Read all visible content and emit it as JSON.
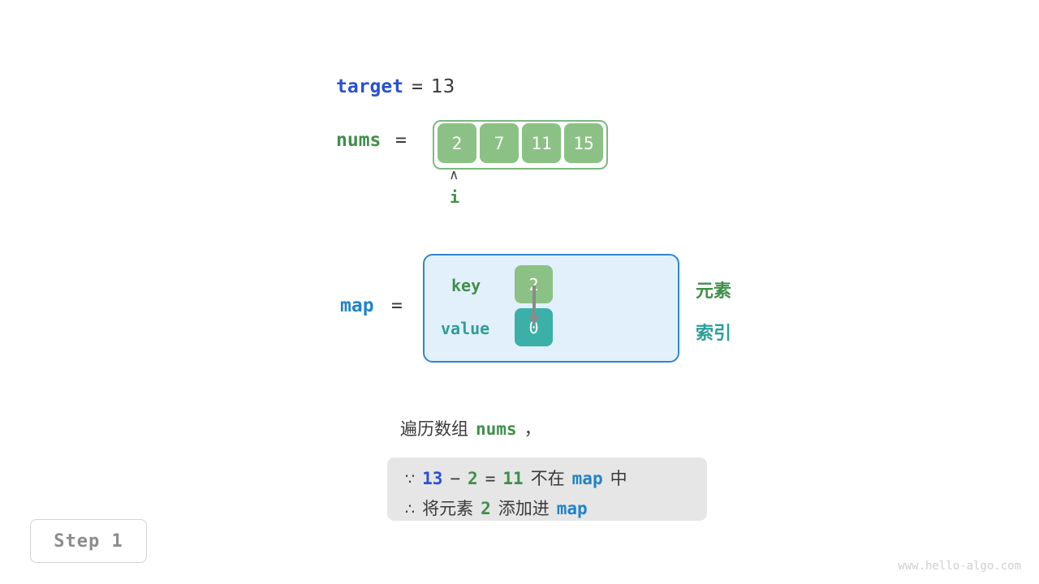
{
  "target": {
    "name": "target",
    "equals": "=",
    "value": "13"
  },
  "nums": {
    "name": "nums",
    "equals": "=",
    "cells": [
      "2",
      "7",
      "11",
      "15"
    ],
    "pointer": {
      "caret": "∧",
      "label": "i",
      "index": 0
    }
  },
  "map": {
    "name": "map",
    "equals": "=",
    "rows": [
      {
        "label": "key",
        "value": "2"
      },
      {
        "label": "value",
        "value": "0"
      }
    ],
    "side_labels": {
      "element": "元素",
      "index": "索引"
    }
  },
  "caption": {
    "prefix": "遍历数组",
    "code": "nums",
    "suffix": "，"
  },
  "info": {
    "line1": {
      "symbol": "∵",
      "a": "13",
      "minus": "−",
      "b": "2",
      "eq": "=",
      "result": "11",
      "text": "不在",
      "map": "map",
      "tail": "中"
    },
    "line2": {
      "symbol": "∴",
      "text1": "将元素",
      "elem": "2",
      "text2": "添加进",
      "map": "map"
    }
  },
  "step_badge": "Step 1",
  "watermark": "www.hello-algo.com",
  "colors": {
    "target_blue": "#2a4fd6",
    "map_blue": "#1f83c8",
    "green": "#3f8f4a",
    "cell_green": "#8cc185",
    "teal": "#3bb0a9",
    "panel_bg": "#e2f0fb",
    "panel_border": "#2f86cf",
    "info_bg": "#e6e6e6"
  }
}
